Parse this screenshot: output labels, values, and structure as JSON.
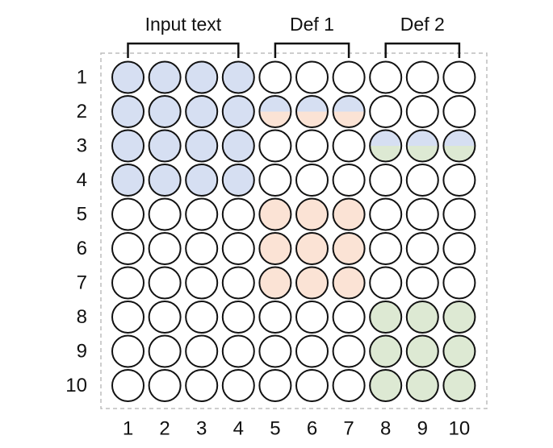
{
  "groups": [
    {
      "label": "Input text",
      "from_col": 1,
      "to_col": 4
    },
    {
      "label": "Def 1",
      "from_col": 5,
      "to_col": 7
    },
    {
      "label": "Def 2",
      "from_col": 8,
      "to_col": 10
    }
  ],
  "row_labels": [
    "1",
    "2",
    "3",
    "4",
    "5",
    "6",
    "7",
    "8",
    "9",
    "10"
  ],
  "col_labels": [
    "1",
    "2",
    "3",
    "4",
    "5",
    "6",
    "7",
    "8",
    "9",
    "10"
  ],
  "colors": {
    "blue": "#d6dff2",
    "orange": "#fbe3d5",
    "green": "#dde9d3",
    "empty": "#ffffff",
    "outline": "#111111",
    "border": "#bdbdbd"
  },
  "grid": [
    [
      "blue",
      "blue",
      "blue",
      "blue",
      "empty",
      "empty",
      "empty",
      "empty",
      "empty",
      "empty"
    ],
    [
      "blue",
      "blue",
      "blue",
      "blue",
      "blue-orange",
      "blue-orange",
      "blue-orange",
      "empty",
      "empty",
      "empty"
    ],
    [
      "blue",
      "blue",
      "blue",
      "blue",
      "empty",
      "empty",
      "empty",
      "blue-green",
      "blue-green",
      "blue-green"
    ],
    [
      "blue",
      "blue",
      "blue",
      "blue",
      "empty",
      "empty",
      "empty",
      "empty",
      "empty",
      "empty"
    ],
    [
      "empty",
      "empty",
      "empty",
      "empty",
      "orange",
      "orange",
      "orange",
      "empty",
      "empty",
      "empty"
    ],
    [
      "empty",
      "empty",
      "empty",
      "empty",
      "orange",
      "orange",
      "orange",
      "empty",
      "empty",
      "empty"
    ],
    [
      "empty",
      "empty",
      "empty",
      "empty",
      "orange",
      "orange",
      "orange",
      "empty",
      "empty",
      "empty"
    ],
    [
      "empty",
      "empty",
      "empty",
      "empty",
      "empty",
      "empty",
      "empty",
      "green",
      "green",
      "green"
    ],
    [
      "empty",
      "empty",
      "empty",
      "empty",
      "empty",
      "empty",
      "empty",
      "green",
      "green",
      "green"
    ],
    [
      "empty",
      "empty",
      "empty",
      "empty",
      "empty",
      "empty",
      "empty",
      "green",
      "green",
      "green"
    ]
  ]
}
